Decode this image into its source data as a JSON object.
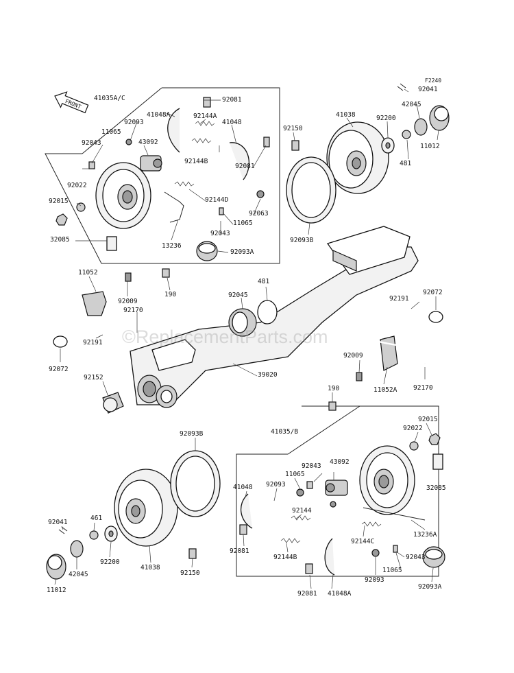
{
  "diagram": {
    "figure_code": "F2240",
    "front_label": "FRONT",
    "watermark": "©ReplacementParts.com",
    "labels": {
      "l_41035ac": "41035A/C",
      "l_92081_t": "92081",
      "l_41048a_t": "41048A",
      "l_92093_t": "92093",
      "l_92144a": "92144A",
      "l_41048_t": "41048",
      "l_11065_t1": "11065",
      "l_43092_t": "43092",
      "l_92043_t1": "92043",
      "l_92144b_t": "92144B",
      "l_92081_t2": "92081",
      "l_92022_t": "92022",
      "l_92144d": "92144D",
      "l_92015_t": "92015",
      "l_92063": "92063",
      "l_11065_t2": "11065",
      "l_92043_t2": "92043",
      "l_32085_t": "32085",
      "l_13236": "13236",
      "l_92093a_t": "92093A",
      "l_92041_t": "92041",
      "l_41038_t": "41038",
      "l_42045_t": "42045",
      "l_92150_t": "92150",
      "l_92200_t": "92200",
      "l_11012_t": "11012",
      "l_481_t": "481",
      "l_92093b_t": "92093B",
      "l_11052": "11052",
      "l_92009_l": "92009",
      "l_190_l": "190",
      "l_92170_l": "92170",
      "l_92045_m": "92045",
      "l_481_m": "481",
      "l_92072_l": "92072",
      "l_92191_l": "92191",
      "l_92191_r": "92191",
      "l_92072_r": "92072",
      "l_92009_r": "92009",
      "l_92152": "92152",
      "l_39020": "39020",
      "l_11052a": "11052A",
      "l_190_r": "190",
      "l_92170_r": "92170",
      "l_92093b_b": "92093B",
      "l_41035b": "41035/B",
      "l_92015_b": "92015",
      "l_92022_b": "92022",
      "l_92043_b1": "92043",
      "l_43092_b": "43092",
      "l_11065_b1": "11065",
      "l_41048_b": "41048",
      "l_92093_b1": "92093",
      "l_32085_b": "32085",
      "l_92144": "92144",
      "l_92041_b": "92041",
      "l_461": "461",
      "l_92144c": "92144C",
      "l_13236a": "13236A",
      "l_92081_b1": "92081",
      "l_92144b_b": "92144B",
      "l_92043_b2": "92043",
      "l_11065_b2": "11065",
      "l_42045_b": "42045",
      "l_92200_b": "92200",
      "l_41038_b": "41038",
      "l_92150_b": "92150",
      "l_92093_b2": "92093",
      "l_92093a_b": "92093A",
      "l_11012_b": "11012",
      "l_92081_b2": "92081",
      "l_41048a_b": "41048A"
    }
  }
}
